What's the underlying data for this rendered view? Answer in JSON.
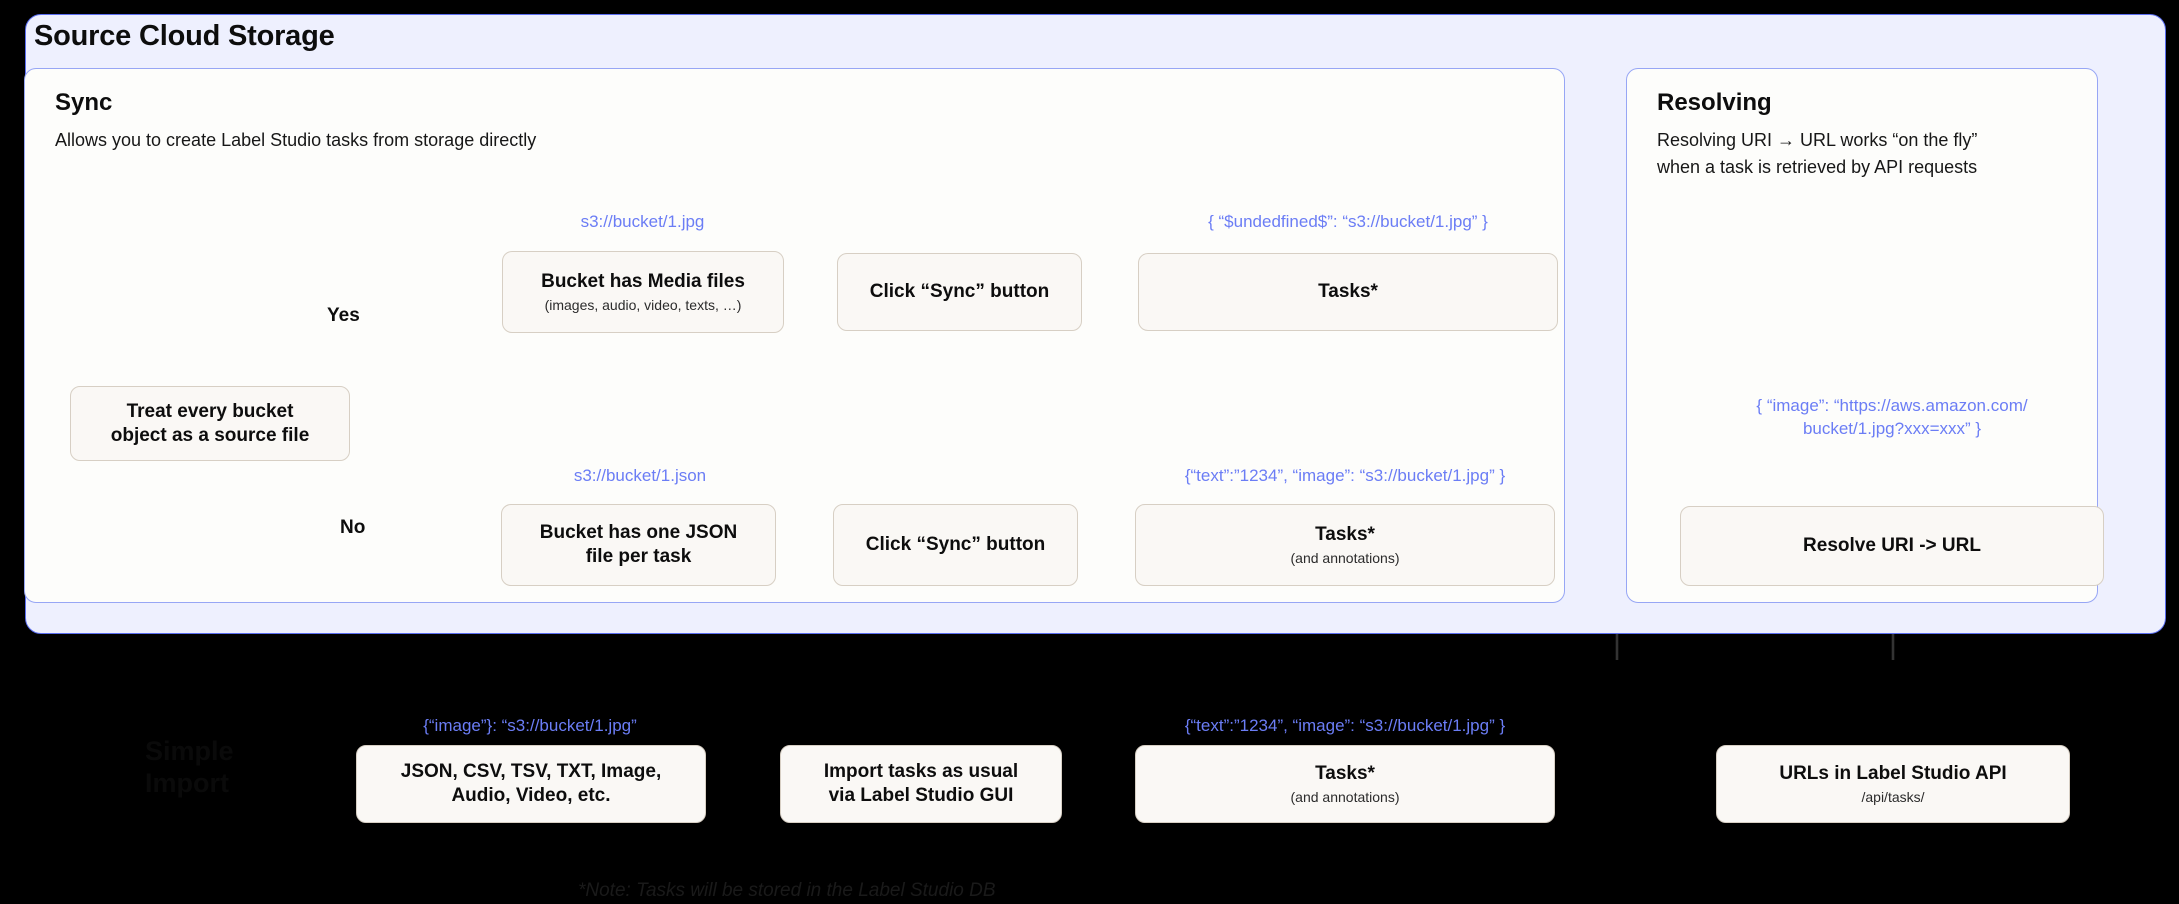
{
  "diagram": {
    "title": "Source Cloud Storage",
    "panels": {
      "sync": {
        "title": "Sync",
        "subtitle": "Allows you to create Label Studio tasks from storage directly"
      },
      "resolving": {
        "title": "Resolving",
        "subtitle": "Resolving URI → URL works “on the fly”\nwhen a task is retrieved by API requests"
      }
    },
    "nodes": {
      "decision": {
        "label": "Treat every bucket\nobject as a source file"
      },
      "media_bucket": {
        "label": "Bucket has Media files",
        "sub": "(images, audio, video, texts, …)"
      },
      "sync_button_top": {
        "label": "Click “Sync” button"
      },
      "tasks_top": {
        "label": "Tasks*"
      },
      "json_bucket": {
        "label": "Bucket has one JSON\nfile per task"
      },
      "sync_button_bottom": {
        "label": "Click “Sync” button"
      },
      "tasks_bottom": {
        "label": "Tasks*",
        "sub": "(and annotations)"
      },
      "resolve": {
        "label": "Resolve URI -> URL"
      },
      "formats": {
        "label": "JSON, CSV, TSV, TXT, Image,\nAudio, Video, etc."
      },
      "import_gui": {
        "label": "Import tasks as usual\nvia Label Studio GUI"
      },
      "tasks_lower": {
        "label": "Tasks*",
        "sub": "(and annotations)"
      },
      "api_urls": {
        "label": "URLs in Label Studio API",
        "sub": "/api/tasks/"
      }
    },
    "edge_labels": {
      "yes": "Yes",
      "no": "No"
    },
    "annotations": {
      "uri_jpg": "s3://bucket/1.jpg",
      "uri_json": "s3://bucket/1.json",
      "task_top_json": "{ “$undedfined$”: “s3://bucket/1.jpg” }",
      "task_bottom_json": "{“text”:”1234”,  “image”: “s3://bucket/1.jpg” }",
      "resolved_json": "{ “image”: “https://aws.amazon.com/\nbucket/1.jpg?xxx=xxx” }",
      "formats_json": "{“image”}: “s3://bucket/1.jpg”",
      "tasks_lower_json": "{“text”:”1234”,  “image”: “s3://bucket/1.jpg” }"
    },
    "lower_section": {
      "heading": "Simple\nImport",
      "note": "*Note: Tasks will be stored in the Label Studio DB"
    },
    "colors": {
      "panel_bg": "#eef0fe",
      "panel_border": "#5b6ef0",
      "card_bg": "#fdfdfb",
      "card_border": "#97a6f5",
      "node_bg": "#faf8f5",
      "node_border": "#d7cfc4",
      "annotation": "#6b7df5",
      "backdrop": "#000000"
    }
  }
}
